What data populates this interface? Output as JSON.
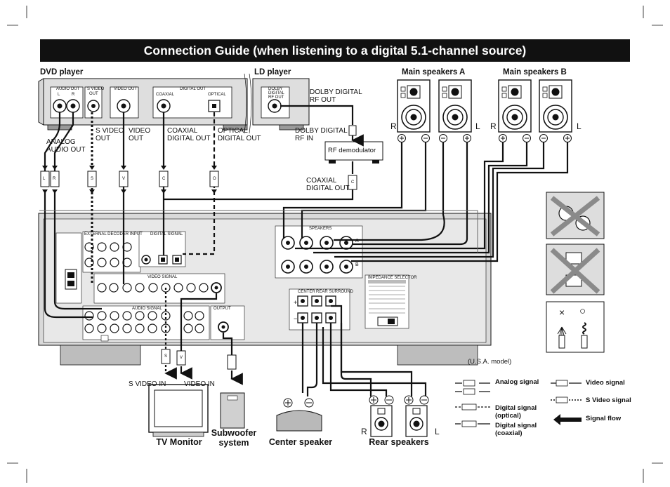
{
  "title": "Connection Guide (when listening to a digital 5.1-channel source)",
  "devices": {
    "dvd": "DVD player",
    "ld": "LD player",
    "main_a": "Main speakers A",
    "main_b": "Main speakers B",
    "tv": "TV Monitor",
    "subwoofer": [
      "Subwoofer",
      "system"
    ],
    "center": "Center speaker",
    "rear": "Rear speakers"
  },
  "panel_labels": {
    "dvd_audio_out": "AUDIO OUT",
    "dvd_l": "L",
    "dvd_r": "R",
    "dvd_svideo_out": [
      "S VIDEO",
      "OUT"
    ],
    "dvd_video_out": "VIDEO OUT",
    "dvd_digital_out": "DIGITAL OUT",
    "dvd_coaxial": "COAXIAL",
    "dvd_optical": "OPTICAL",
    "ld_out": [
      "DOLBY",
      "DIGITAL",
      "RF OUT"
    ],
    "rf_demodulator": "RF demodulator"
  },
  "connection_labels": {
    "analog_audio_out": [
      "ANALOG",
      "AUDIO OUT"
    ],
    "s_video_out": [
      "S VIDEO",
      "OUT"
    ],
    "video_out": [
      "VIDEO",
      "OUT"
    ],
    "coaxial_digital_out": [
      "COAXIAL",
      "DIGITAL OUT"
    ],
    "optical_digital_out": [
      "OPTICAL",
      "DIGITAL OUT"
    ],
    "dolby_rf_out": [
      "DOLBY DIGITAL",
      "RF OUT"
    ],
    "dolby_rf_in": [
      "DOLBY DIGITAL",
      "RF IN"
    ],
    "coaxial_digital_out_2": [
      "COAXIAL",
      "DIGITAL OUT"
    ],
    "s_video_in": "S VIDEO IN",
    "video_in": "VIDEO IN"
  },
  "speaker_markings": {
    "r": "R",
    "l": "L",
    "plus": "+",
    "minus": "−"
  },
  "receiver_labels": {
    "speakers": "SPEAKERS",
    "a": "A",
    "b": "B",
    "impedance_selector": "IMPEDANCE SELECTOR",
    "external_decoder_input": "EXTERNAL DECODER INPUT",
    "digital_signal": "DIGITAL SIGNAL",
    "video_signal": "VIDEO SIGNAL",
    "audio_signal": "AUDIO SIGNAL",
    "output": "OUTPUT",
    "center": "CENTER",
    "rear_surround": "REAR SURROUND"
  },
  "model_note": "(U.S.A. model)",
  "legend": {
    "analog_signal": "Analog signal",
    "digital_optical": [
      "Digital signal",
      "(optical)"
    ],
    "digital_coaxial": [
      "Digital signal",
      "(coaxial)"
    ],
    "video_signal": "Video signal",
    "s_video_signal": "S Video signal",
    "signal_flow": "Signal flow"
  },
  "wire_prep": {
    "wrong": "×",
    "right": "○"
  },
  "plug_letters": {
    "l": "L",
    "r": "R",
    "s": "S",
    "v": "V",
    "c": "C",
    "o": "O"
  }
}
